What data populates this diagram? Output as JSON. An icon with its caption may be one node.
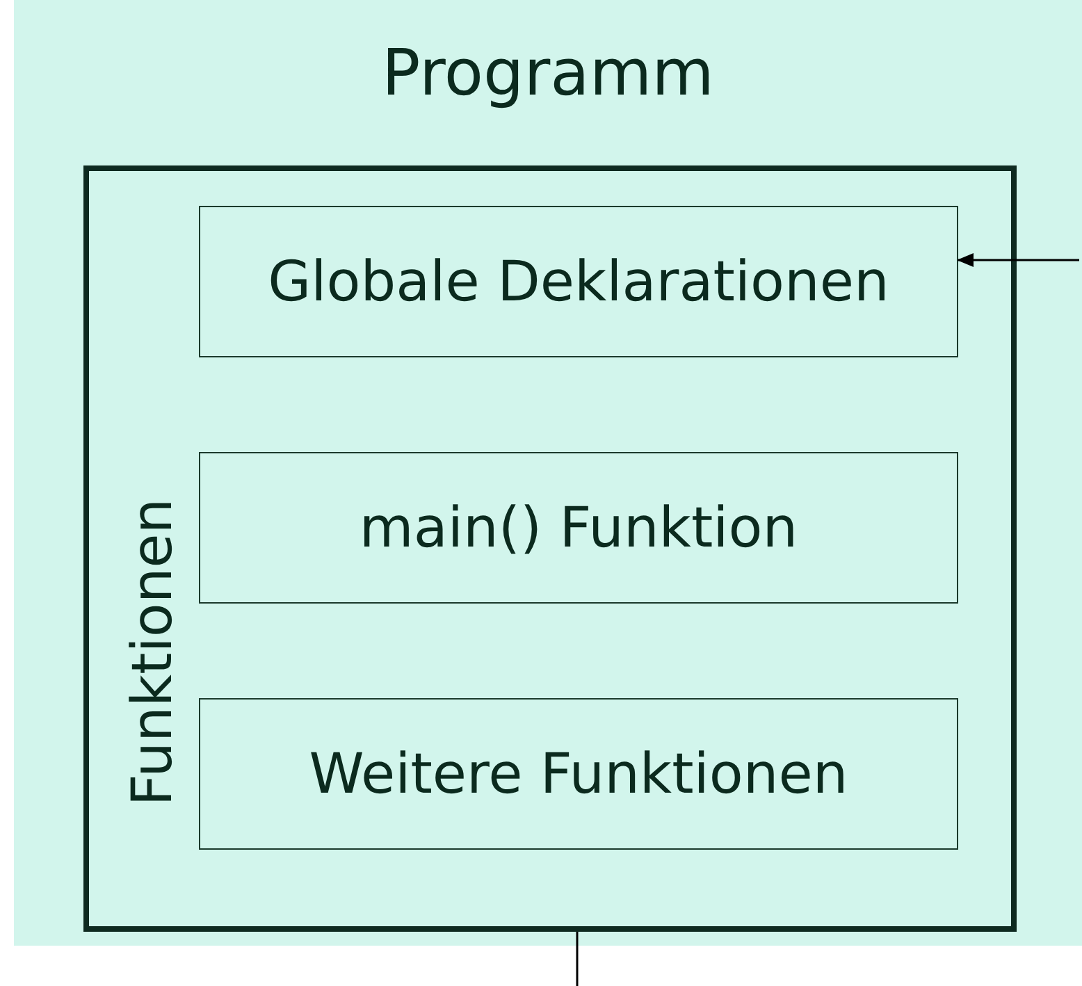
{
  "diagram": {
    "nodes": [
      {
        "text": [
          "Programm"
        ]
      },
      {
        "text": [
          "Funktionen"
        ],
        "in": 0
      },
      {
        "text": [
          "Globale Deklarationen"
        ],
        "in": 1
      },
      {
        "text": [
          "main() Funktion"
        ],
        "in": 1
      },
      {
        "text": [
          "Weitere Funktionen"
        ],
        "in": 1
      }
    ],
    "edges": [
      {
        "from": null,
        "to": 2,
        "arrow": "to"
      },
      {
        "from": 1,
        "to": null,
        "arrow": "none"
      }
    ]
  }
}
